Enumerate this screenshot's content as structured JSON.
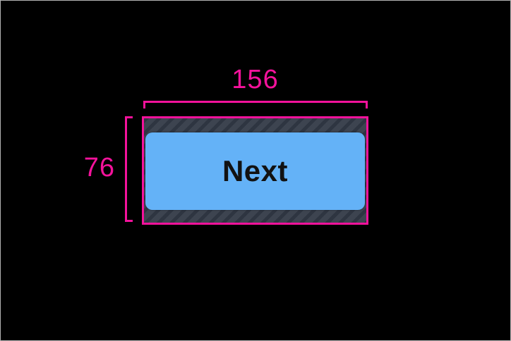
{
  "colors": {
    "accent": "#f4129b",
    "button-bg": "#64b2f7",
    "button-text": "#121212",
    "padding-base": "#3d4450",
    "padding-stripe": "#2e3541",
    "screen-bg": "#000000",
    "screen-border": "#b3b3b3"
  },
  "inspector": {
    "width_label": "156",
    "height_label": "76"
  },
  "widget": {
    "button_label": "Next"
  }
}
